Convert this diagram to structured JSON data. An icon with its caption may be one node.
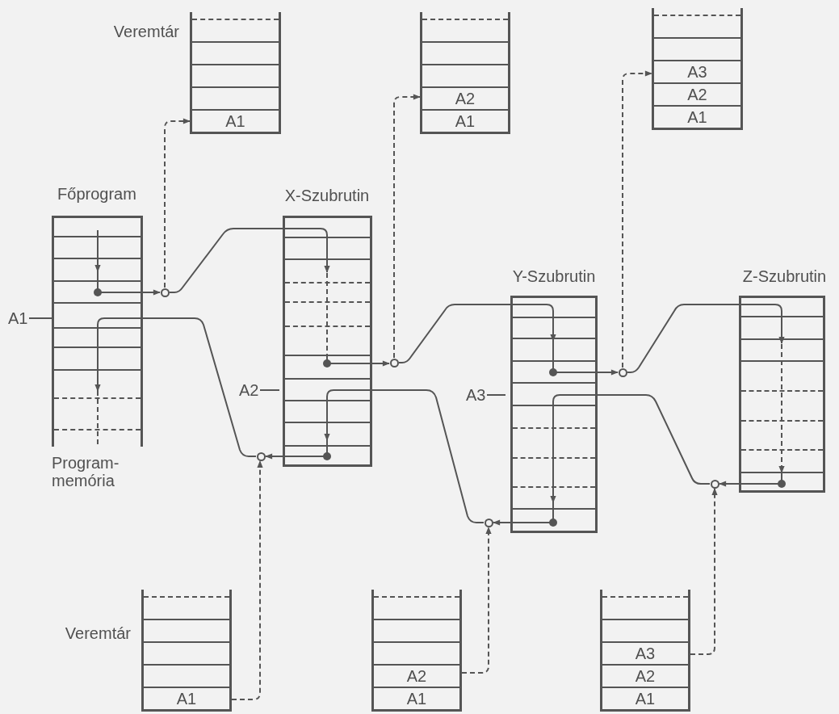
{
  "diagram": {
    "nodes": [
      {
        "text": [
          "Főprogram"
        ],
        "beside": [
          "Program- memória",
          "A1"
        ]
      },
      {
        "text": [
          "X-Szubrutin"
        ],
        "beside": [
          "A2"
        ]
      },
      {
        "text": [
          "Y-Szubrutin"
        ],
        "beside": [
          "A3"
        ]
      },
      {
        "text": [
          "Z-Szubrutin"
        ]
      },
      {
        "text": [
          "A1"
        ],
        "beside": [
          "Veremtár"
        ]
      },
      {
        "text": [
          "A2",
          "A1"
        ]
      },
      {
        "text": [
          "A3",
          "A2",
          "A1"
        ]
      },
      {
        "text": [
          "A1"
        ],
        "beside": [
          "Veremtár"
        ]
      },
      {
        "text": [
          "A2",
          "A1"
        ]
      },
      {
        "text": [
          "A3",
          "A2",
          "A1"
        ]
      },
      {
        "text": [],
        "shape": "circle"
      },
      {
        "text": [],
        "shape": "circle"
      },
      {
        "text": [],
        "shape": "circle"
      },
      {
        "text": [],
        "shape": "circle"
      },
      {
        "text": [],
        "shape": "circle"
      },
      {
        "text": [],
        "shape": "circle"
      }
    ],
    "edges": [
      {
        "from": 0,
        "to": 10,
        "arrow": "to"
      },
      {
        "from": 10,
        "to": 1,
        "arrow": "to"
      },
      {
        "from": 10,
        "to": 4,
        "arrow": "to",
        "style": "dashed"
      },
      {
        "from": 1,
        "to": 11,
        "arrow": "to"
      },
      {
        "from": 11,
        "to": 2,
        "arrow": "to"
      },
      {
        "from": 11,
        "to": 5,
        "arrow": "to",
        "style": "dashed"
      },
      {
        "from": 2,
        "to": 12,
        "arrow": "to"
      },
      {
        "from": 12,
        "to": 3,
        "arrow": "to"
      },
      {
        "from": 12,
        "to": 6,
        "arrow": "to",
        "style": "dashed"
      },
      {
        "from": 3,
        "to": 13,
        "arrow": "to"
      },
      {
        "from": 13,
        "to": 2,
        "arrow": "to"
      },
      {
        "from": 9,
        "to": 13,
        "arrow": "to",
        "style": "dashed"
      },
      {
        "from": 2,
        "to": 14,
        "arrow": "to"
      },
      {
        "from": 14,
        "to": 1,
        "arrow": "to"
      },
      {
        "from": 8,
        "to": 14,
        "arrow": "to",
        "style": "dashed"
      },
      {
        "from": 1,
        "to": 15,
        "arrow": "to"
      },
      {
        "from": 15,
        "to": 0,
        "arrow": "to"
      },
      {
        "from": 7,
        "to": 15,
        "arrow": "to",
        "style": "dashed"
      }
    ]
  }
}
